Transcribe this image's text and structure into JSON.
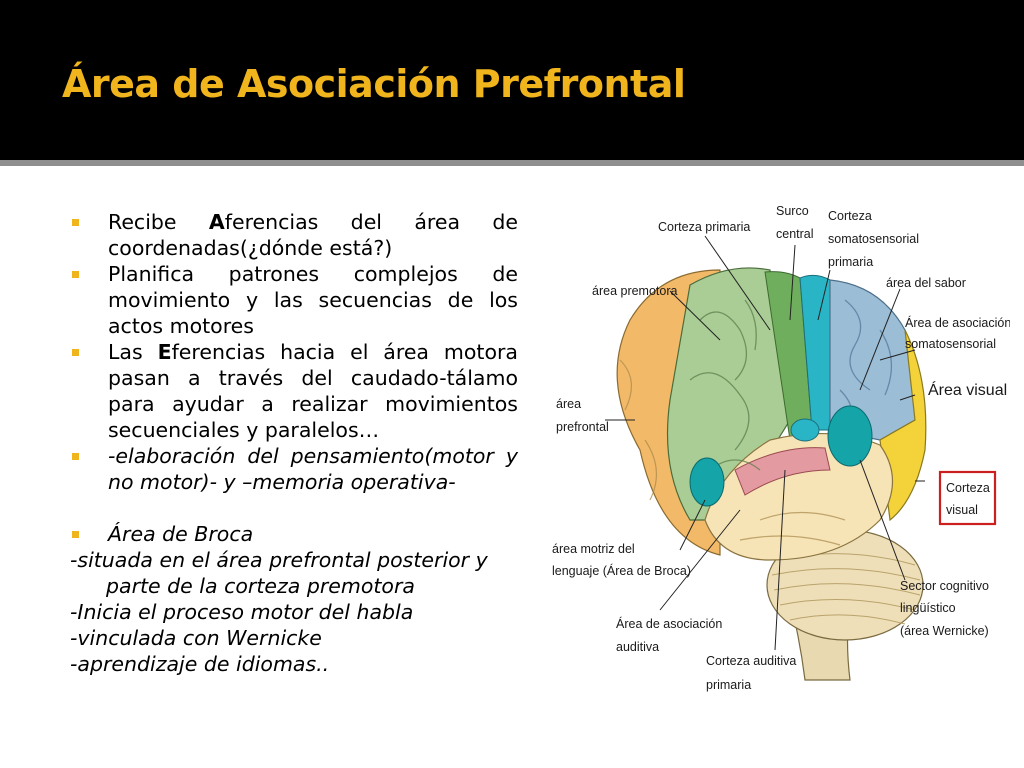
{
  "slide": {
    "title": "Área de Asociación Prefrontal",
    "bullets": [
      {
        "pre": "Recibe ",
        "bold": "A",
        "post": "ferencias del área de coordenadas(¿dónde está?)"
      },
      {
        "text": "Planifica patrones complejos de movimiento y las secuencias de los actos motores"
      },
      {
        "pre": "Las ",
        "bold": "E",
        "post": "ferencias hacia el área motora pasan a través del caudado-tálamo para ayudar a realizar movimientos secuenciales y paralelos…"
      },
      {
        "text": "-elaboración del pensamiento(motor y no motor)-  y –memoria operativa-"
      },
      {
        "text": "Área de Broca"
      }
    ],
    "lines": [
      "-situada en el área prefrontal posterior y parte de la corteza premotora",
      "-Inicia el proceso motor del habla",
      "-vinculada con Wernicke",
      "-aprendizaje de idiomas.."
    ]
  },
  "brain_labels": {
    "corteza_primaria": "Corteza primaria",
    "surco_1": "Surco",
    "surco_2": "central",
    "somato_1": "Corteza",
    "somato_2": "somatosensorial",
    "somato_3": "primaria",
    "premotora": "área premotora",
    "sabor": "área del sabor",
    "asoc_somato_1": "Área de asociación",
    "asoc_somato_2": "somatosensorial",
    "visual": "Área visual",
    "prefrontal_1": "área",
    "prefrontal_2": "prefrontal",
    "corteza_visual_1": "Corteza",
    "corteza_visual_2": "visual",
    "broca_1": "área motriz del",
    "broca_2": "lenguaje (Área de Broca)",
    "wernicke_1": "Sector cognitivo",
    "wernicke_2": "lingüístico",
    "wernicke_3": "(área Wernicke)",
    "asoc_auditiva_1": "Área de asociación",
    "asoc_auditiva_2": "auditiva",
    "auditiva_1": "Corteza auditiva",
    "auditiva_2": "primaria"
  },
  "colors": {
    "title": "#f0b41c",
    "bullet": "#f0b41c",
    "header_bg": "#000000",
    "divider": "#8f8f8f",
    "corteza_visual_box": "#cc1f1f"
  }
}
